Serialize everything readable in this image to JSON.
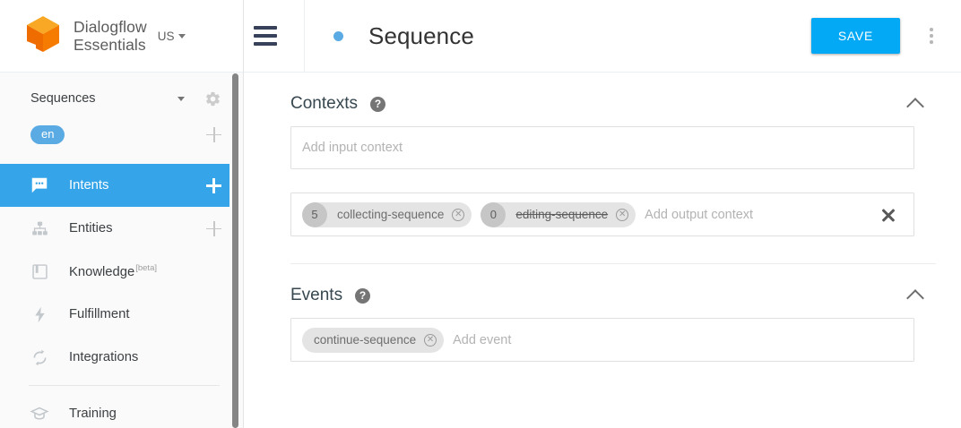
{
  "sidebar": {
    "brand": {
      "line1": "Dialogflow",
      "line2": "Essentials",
      "logo_icon": "dialogflow-cube-logo"
    },
    "region": {
      "label": "US",
      "icon": "chevron-down-icon"
    },
    "agent": {
      "name": "Sequences",
      "dropdown_icon": "chevron-down-icon",
      "settings_icon": "gear-icon"
    },
    "language": {
      "chip": "en",
      "add_icon": "plus-icon"
    },
    "items": [
      {
        "label": "Intents",
        "icon": "speech-bubble-icon",
        "active": true,
        "action_icon": "plus-icon"
      },
      {
        "label": "Entities",
        "icon": "hierarchy-icon",
        "active": false,
        "action_icon": "plus-icon"
      },
      {
        "label": "Knowledge",
        "icon": "book-icon",
        "active": false,
        "badge": "[beta]"
      },
      {
        "label": "Fulfillment",
        "icon": "lightning-bolt-icon",
        "active": false
      },
      {
        "label": "Integrations",
        "icon": "sync-arrows-icon",
        "active": false
      },
      {
        "label": "Training",
        "icon": "graduation-cap-icon",
        "active": false
      }
    ]
  },
  "header": {
    "menu_icon": "hamburger-menu-icon",
    "status_dot": "status-dot",
    "title": "Sequence",
    "save_label": "SAVE",
    "overflow_icon": "kebab-menu-icon"
  },
  "contexts": {
    "title": "Contexts",
    "help_icon": "help-circle-icon",
    "collapse_icon": "chevron-up-icon",
    "input_placeholder": "Add input context",
    "output_placeholder": "Add output context",
    "clear_icon": "close-x-icon",
    "output_chips": [
      {
        "count": "5",
        "name": "collecting-sequence",
        "struck": false,
        "remove_icon": "remove-chip-icon"
      },
      {
        "count": "0",
        "name": "editing-sequence",
        "struck": true,
        "remove_icon": "remove-chip-icon"
      }
    ]
  },
  "events": {
    "title": "Events",
    "help_icon": "help-circle-icon",
    "collapse_icon": "chevron-up-icon",
    "placeholder": "Add event",
    "chips": [
      {
        "name": "continue-sequence",
        "remove_icon": "remove-chip-icon"
      }
    ]
  },
  "colors": {
    "accent_blue": "#35a4e8",
    "save_blue": "#03a9f4",
    "logo_orange": "#f57c00",
    "chip_gray": "#e4e4e4"
  }
}
